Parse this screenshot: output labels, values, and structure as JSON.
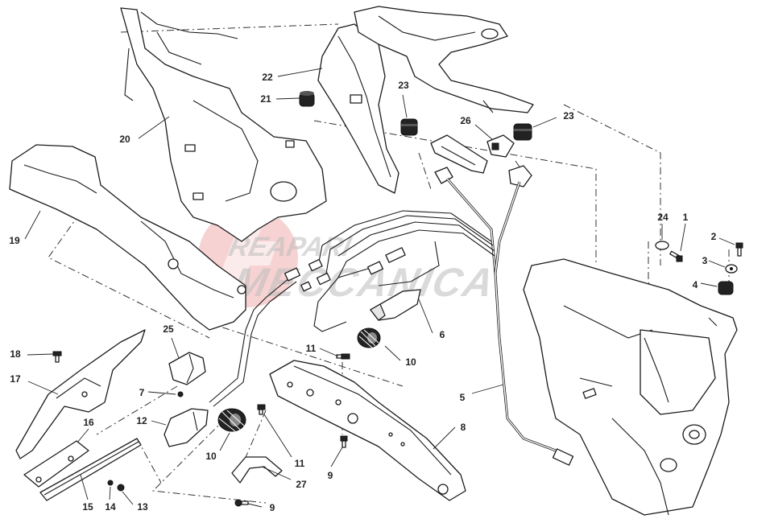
{
  "watermark": {
    "line1": "REAPARI",
    "line2": "MECCANICA",
    "logo_color": "#e88a8a",
    "text_color": "#bdbdbd"
  },
  "callouts": [
    {
      "id": "c1",
      "label": "1"
    },
    {
      "id": "c2",
      "label": "2"
    },
    {
      "id": "c3",
      "label": "3"
    },
    {
      "id": "c4",
      "label": "4"
    },
    {
      "id": "c5",
      "label": "5"
    },
    {
      "id": "c6",
      "label": "6"
    },
    {
      "id": "c7",
      "label": "7"
    },
    {
      "id": "c8",
      "label": "8"
    },
    {
      "id": "c9a",
      "label": "9"
    },
    {
      "id": "c9b",
      "label": "9"
    },
    {
      "id": "c10a",
      "label": "10"
    },
    {
      "id": "c10b",
      "label": "10"
    },
    {
      "id": "c11a",
      "label": "11"
    },
    {
      "id": "c11b",
      "label": "11"
    },
    {
      "id": "c12",
      "label": "12"
    },
    {
      "id": "c13",
      "label": "13"
    },
    {
      "id": "c14",
      "label": "14"
    },
    {
      "id": "c15",
      "label": "15"
    },
    {
      "id": "c16",
      "label": "16"
    },
    {
      "id": "c17",
      "label": "17"
    },
    {
      "id": "c18",
      "label": "18"
    },
    {
      "id": "c19",
      "label": "19"
    },
    {
      "id": "c20",
      "label": "20"
    },
    {
      "id": "c21",
      "label": "21"
    },
    {
      "id": "c22",
      "label": "22"
    },
    {
      "id": "c23a",
      "label": "23"
    },
    {
      "id": "c23b",
      "label": "23"
    },
    {
      "id": "c24",
      "label": "24"
    },
    {
      "id": "c25",
      "label": "25"
    },
    {
      "id": "c26",
      "label": "26"
    },
    {
      "id": "c27",
      "label": "27"
    }
  ]
}
